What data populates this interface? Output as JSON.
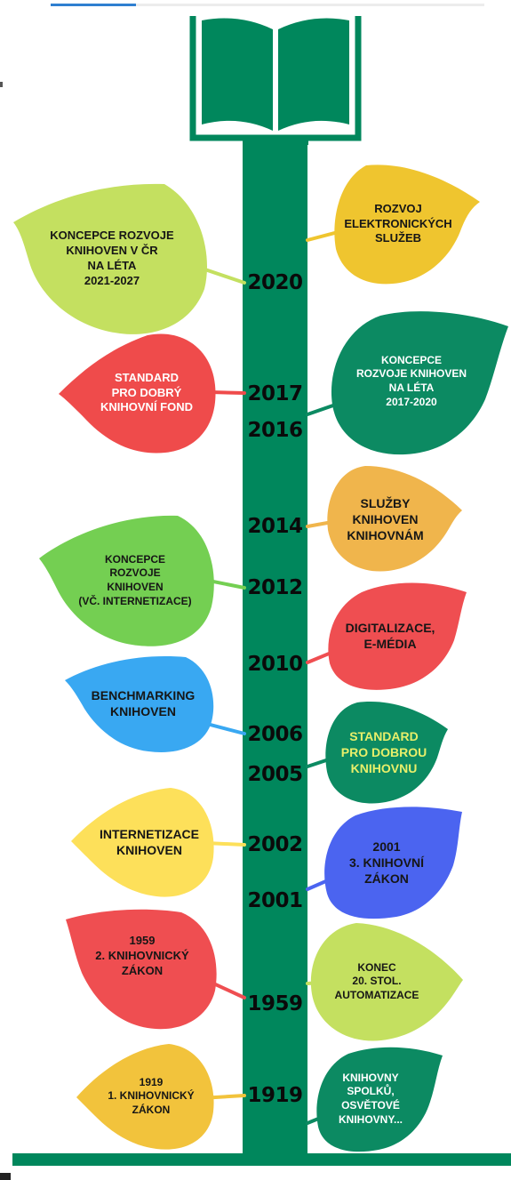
{
  "colors": {
    "trunk": "#00875c",
    "lime": "#c4e060",
    "yellow": "#efc52f",
    "red": "#ef4b4b",
    "teal": "#0c8a62",
    "orange": "#f0b54c",
    "green": "#74cf52",
    "coral": "#ef4e51",
    "blue": "#39a8f2",
    "pale_yellow": "#fde05a",
    "royal_blue": "#4b64f0",
    "mustard": "#f2c33c"
  },
  "icons": {
    "book": "open-book-icon"
  },
  "years": {
    "y2020": "2020",
    "y2017": "2017",
    "y2016": "2016",
    "y2014": "2014",
    "y2012": "2012",
    "y2010": "2010",
    "y2006": "2006",
    "y2005": "2005",
    "y2002": "2002",
    "y2001": "2001",
    "y1959": "1959",
    "y1919": "1919"
  },
  "leaves": {
    "koncepce_2021": "KONCEPCE ROZVOJE\nKNIHOVEN V ČR\nNA LÉTA\n2021-2027",
    "elektronicke": "ROZVOJ\nELEKTRONICKÝCH\nSLUŽEB",
    "standard_fond": "STANDARD\nPRO DOBRÝ\nKNIHOVNÍ FOND",
    "koncepce_2017": "KONCEPCE\nROZVOJE KNIHOVEN\nNA LÉTA\n2017-2020",
    "sluzby": "SLUŽBY\nKNIHOVEN\nKNIHOVNÁM",
    "koncepce_internetizace": "KONCEPCE\nROZVOJE\nKNIHOVEN\n(VČ. INTERNETIZACE)",
    "digitalizace": "DIGITALIZACE,\nE-MÉDIA",
    "benchmarking": "BENCHMARKING\nKNIHOVEN",
    "standard_knihovna": "STANDARD\nPRO DOBROU\nKNIHOVNU",
    "internetizace": "INTERNETIZACE\nKNIHOVEN",
    "zakon_2001": "2001\n3. KNIHOVNÍ\nZÁKON",
    "zakon_1959": "1959\n2. KNIHOVNICKÝ\nZÁKON",
    "automatizace": "KONEC\n20. STOL.\nAUTOMATIZACE",
    "zakon_1919": "1919\n1. KNIHOVNICKÝ\nZÁKON",
    "spolky": "KNIHOVNY\nSPOLKŮ,\nOSVĚTOVÉ\nKNIHOVNY..."
  }
}
